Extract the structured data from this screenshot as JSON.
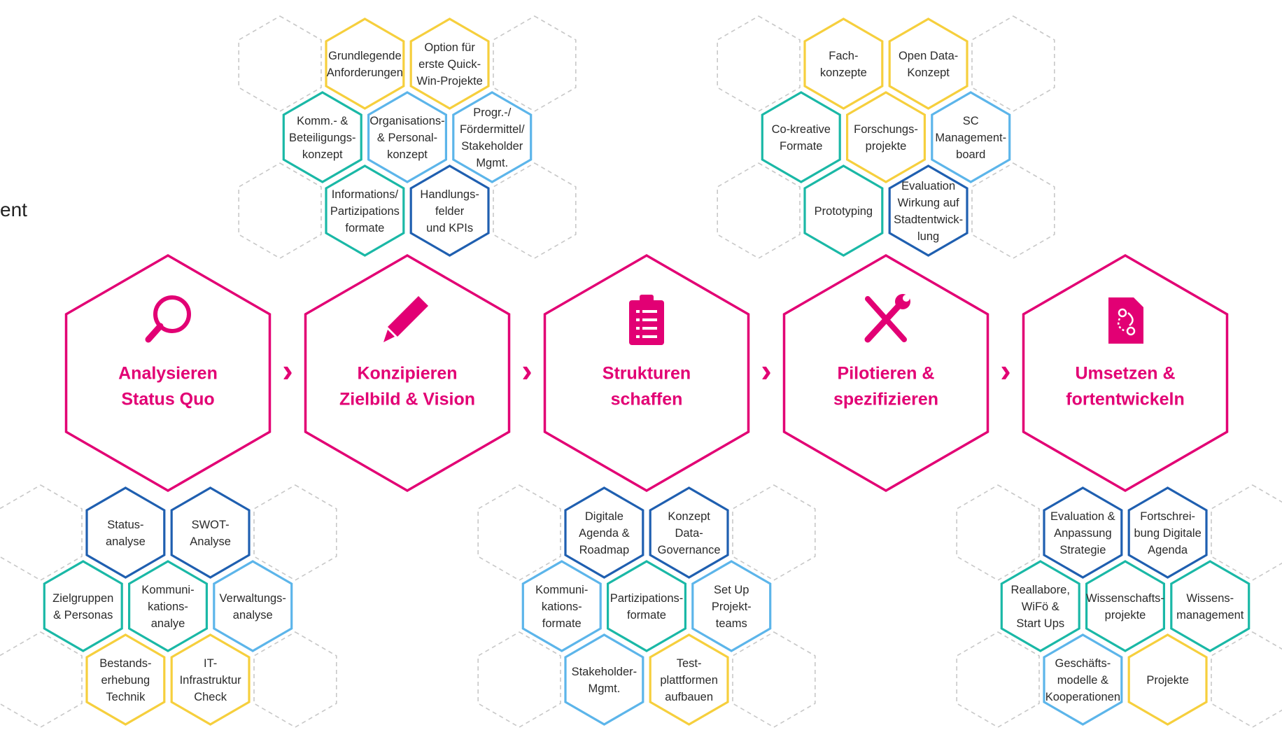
{
  "edge_text": "ent",
  "colors": {
    "magenta": "#e20074",
    "yellow": "#f6cf3d",
    "teal": "#1ab8a6",
    "light_blue": "#5cb5ea",
    "dark_blue": "#1f5fb0",
    "ghost": "#c8c8c8",
    "text": "#2b2b2b"
  },
  "phases": [
    {
      "id": "analysieren",
      "icon": "magnifier-icon",
      "lines": [
        "Analysieren",
        "Status Quo"
      ]
    },
    {
      "id": "konzipieren",
      "icon": "pencil-icon",
      "lines": [
        "Konzipieren",
        "Zielbild & Vision"
      ]
    },
    {
      "id": "strukturen",
      "icon": "clipboard-icon",
      "lines": [
        "Strukturen",
        "schaffen"
      ]
    },
    {
      "id": "pilotieren",
      "icon": "tools-icon",
      "lines": [
        "Pilotieren &",
        "spezifizieren"
      ]
    },
    {
      "id": "umsetzen",
      "icon": "document-flow-icon",
      "lines": [
        "Umsetzen &",
        "fortentwickeln"
      ]
    }
  ],
  "arrow_glyph": "›",
  "clusters": [
    {
      "id": "konzipieren-top",
      "hexes": [
        {
          "lines": [
            "Grundlegende",
            "Anforderungen"
          ],
          "color": "yellow"
        },
        {
          "lines": [
            "Option für",
            "erste Quick-",
            "Win-Projekte"
          ],
          "color": "yellow"
        },
        {
          "lines": [
            "Komm.- &",
            "Beteiligungs-",
            "konzept"
          ],
          "color": "teal"
        },
        {
          "lines": [
            "Organisations-",
            "& Personal-",
            "konzept"
          ],
          "color": "light_blue"
        },
        {
          "lines": [
            "Progr.-/",
            "Fördermittel/",
            "Stakeholder",
            "Mgmt."
          ],
          "color": "light_blue"
        },
        {
          "lines": [
            "Informations/",
            "Partizipations",
            "formate"
          ],
          "color": "teal"
        },
        {
          "lines": [
            "Handlungs-",
            "felder",
            "und KPIs"
          ],
          "color": "dark_blue"
        }
      ]
    },
    {
      "id": "pilotieren-top",
      "hexes": [
        {
          "lines": [
            "Fach-",
            "konzepte"
          ],
          "color": "yellow"
        },
        {
          "lines": [
            "Open Data-",
            "Konzept"
          ],
          "color": "yellow"
        },
        {
          "lines": [
            "Co-kreative",
            "Formate"
          ],
          "color": "teal"
        },
        {
          "lines": [
            "Forschungs-",
            "projekte"
          ],
          "color": "yellow"
        },
        {
          "lines": [
            "SC",
            "Management-",
            "board"
          ],
          "color": "light_blue"
        },
        {
          "lines": [
            "Prototyping"
          ],
          "color": "teal"
        },
        {
          "lines": [
            "Evaluation",
            "Wirkung auf",
            "Stadtentwick-",
            "lung"
          ],
          "color": "dark_blue"
        }
      ]
    },
    {
      "id": "analysieren-bottom",
      "hexes": [
        {
          "lines": [
            "Status-",
            "analyse"
          ],
          "color": "dark_blue"
        },
        {
          "lines": [
            "SWOT-",
            "Analyse"
          ],
          "color": "dark_blue"
        },
        {
          "lines": [
            "Zielgruppen",
            "& Personas"
          ],
          "color": "teal"
        },
        {
          "lines": [
            "Kommuni-",
            "kations-",
            "analye"
          ],
          "color": "teal"
        },
        {
          "lines": [
            "Verwaltungs-",
            "analyse"
          ],
          "color": "light_blue"
        },
        {
          "lines": [
            "Bestands-",
            "erhebung",
            "Technik"
          ],
          "color": "yellow"
        },
        {
          "lines": [
            "IT-",
            "Infrastruktur",
            "Check"
          ],
          "color": "yellow"
        }
      ]
    },
    {
      "id": "strukturen-bottom",
      "hexes": [
        {
          "lines": [
            "Digitale",
            "Agenda &",
            "Roadmap"
          ],
          "color": "dark_blue"
        },
        {
          "lines": [
            "Konzept",
            "Data-",
            "Governance"
          ],
          "color": "dark_blue"
        },
        {
          "lines": [
            "Kommuni-",
            "kations-",
            "formate"
          ],
          "color": "light_blue"
        },
        {
          "lines": [
            "Partizipations-",
            "formate"
          ],
          "color": "teal"
        },
        {
          "lines": [
            "Set Up",
            "Projekt-",
            "teams"
          ],
          "color": "light_blue"
        },
        {
          "lines": [
            "Stakeholder-",
            "Mgmt."
          ],
          "color": "light_blue"
        },
        {
          "lines": [
            "Test-",
            "plattformen",
            "aufbauen"
          ],
          "color": "yellow"
        }
      ]
    },
    {
      "id": "umsetzen-bottom",
      "hexes": [
        {
          "lines": [
            "Evaluation &",
            "Anpassung",
            "Strategie"
          ],
          "color": "dark_blue"
        },
        {
          "lines": [
            "Fortschrei-",
            "bung Digitale",
            "Agenda"
          ],
          "color": "dark_blue"
        },
        {
          "lines": [
            "Reallabore,",
            "WiFö &",
            "Start Ups"
          ],
          "color": "teal"
        },
        {
          "lines": [
            "Wissenschafts-",
            "projekte"
          ],
          "color": "teal"
        },
        {
          "lines": [
            "Wissens-",
            "management"
          ],
          "color": "teal"
        },
        {
          "lines": [
            "Geschäfts-",
            "modelle &",
            "Kooperationen"
          ],
          "color": "light_blue"
        },
        {
          "lines": [
            "Projekte"
          ],
          "color": "yellow"
        }
      ]
    }
  ]
}
